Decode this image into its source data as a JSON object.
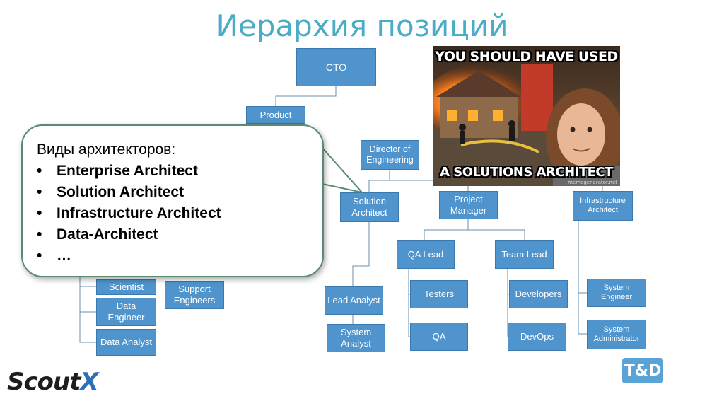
{
  "slide": {
    "title": "Иерархия позиций"
  },
  "nodes": {
    "cto": "CTO",
    "product": "Product",
    "director": "Director of Engineering",
    "solution_architect": "Solution Architect",
    "project_manager": "Project Manager",
    "infrastructure_architect": "Infrastructure Architect",
    "qa_lead": "QA Lead",
    "team_lead": "Team Lead",
    "testers": "Testers",
    "qa": "QA",
    "developers": "Developers",
    "devops": "DevOps",
    "lead_analyst": "Lead Analyst",
    "system_analyst": "System Analyst",
    "scientist": "Scientist",
    "data_engineer": "Data Engineer",
    "data_analyst": "Data Analyst",
    "support_engineers": "Support Engineers",
    "system_engineer": "System Engineer",
    "system_administrator": "System Administrator"
  },
  "meme": {
    "top_text": "YOU SHOULD HAVE USED",
    "bottom_text": "A SOLUTIONS ARCHITECT",
    "watermark": "memegenerator.net"
  },
  "callout": {
    "heading": "Виды архитекторов:",
    "items": [
      "Enterprise Architect",
      "Solution Architect",
      "Infrastructure Architect",
      "Data-Architect",
      "…"
    ]
  },
  "logos": {
    "scout_main": "Scout",
    "scout_x": "X",
    "td": "T&D"
  },
  "colors": {
    "title": "#4bacc6",
    "node_fill": "#4f94cd",
    "node_border": "#3a78ad",
    "callout_border": "#5a8a72"
  }
}
